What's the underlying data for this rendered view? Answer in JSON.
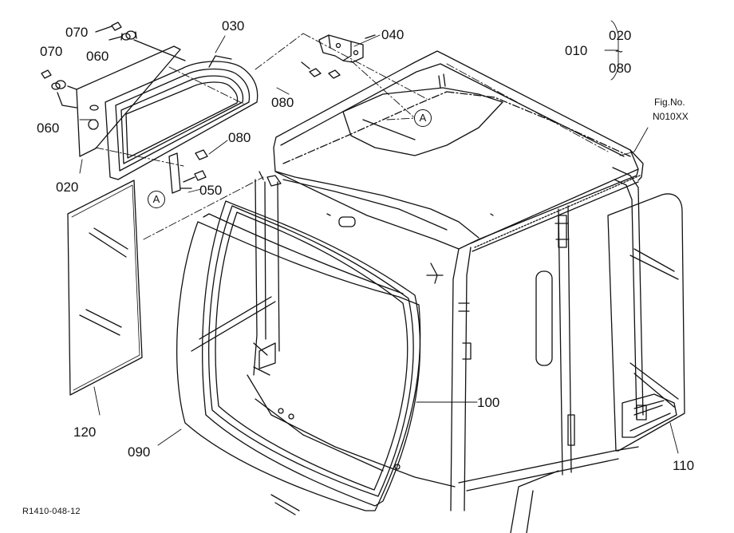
{
  "callouts": {
    "p010": "010",
    "p020_group": "020",
    "tilde": "~",
    "p080_group": "080",
    "p020": "020",
    "p030": "030",
    "p040": "040",
    "p050": "050",
    "p060_top": "060",
    "p060_left": "060",
    "p070_top": "070",
    "p070_left": "070",
    "p080_top": "080",
    "p080_right": "080",
    "p090": "090",
    "p100": "100",
    "p110": "110",
    "p120": "120"
  },
  "ref_marks": {
    "a_left": "A",
    "a_right": "A"
  },
  "figure_ref": {
    "caption": "Fig.No.",
    "number": "N010XX"
  },
  "drawing_code": "R1410-048-12"
}
